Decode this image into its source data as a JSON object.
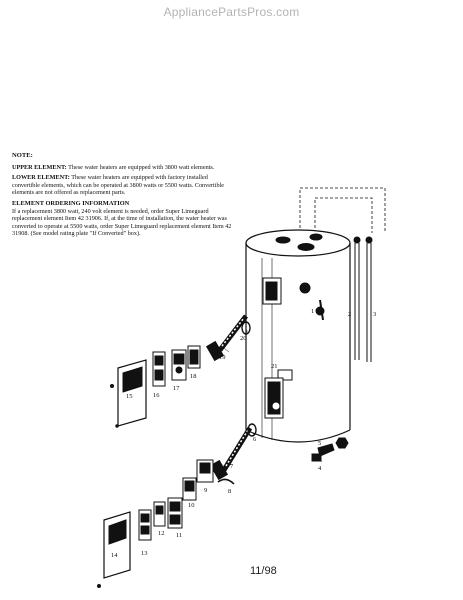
{
  "watermark": "AppliancePartsPros.com",
  "notes": {
    "heading": "NOTE:",
    "upper_label": "UPPER ELEMENT:",
    "upper_text": "These water heaters are equipped with 3800 watt elements.",
    "lower_label": "LOWER ELEMENT:",
    "lower_text": "These water heaters are equipped with factory installed convertible elements, which can be operated at 3800 watts or 5500 watts. Convertible elements are not offered as replacement parts.",
    "ordering_heading": "ELEMENT ORDERING INFORMATION",
    "ordering_text": "If a replacement 3800 watt, 240 volt element is needed, order Super Limeguard replacement element Item 42 31906. If, at the time of installation, the water heater was converted to operate at 5500 watts, order Super Limeguard replacement element Item 42 31908. (See model rating plate \"If Converted\" box)."
  },
  "callouts": [
    "1",
    "2",
    "3",
    "4",
    "5",
    "6",
    "7",
    "8",
    "9",
    "10",
    "11",
    "12",
    "13",
    "14",
    "15",
    "16",
    "17",
    "18",
    "19",
    "20",
    "21"
  ],
  "footer": "11/98"
}
